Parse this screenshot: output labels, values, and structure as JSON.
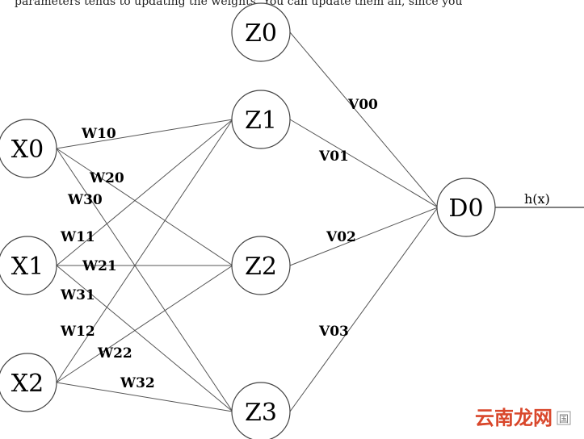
{
  "top_text": "parameters tends to updating the weights. You can update them all, since you",
  "nodes": {
    "x0": "X0",
    "x1": "X1",
    "x2": "X2",
    "z0": "Z0",
    "z1": "Z1",
    "z2": "Z2",
    "z3": "Z3",
    "d0": "D0"
  },
  "weights": {
    "w10": "W10",
    "w20": "W20",
    "w30": "W30",
    "w11": "W11",
    "w21": "W21",
    "w31": "W31",
    "w12": "W12",
    "w22": "W22",
    "w32": "W32",
    "v00": "V00",
    "v01": "V01",
    "v02": "V02",
    "v03": "V03"
  },
  "output": {
    "label": "h(x)"
  },
  "watermark": {
    "text": "云南龙网",
    "badge": "国"
  }
}
